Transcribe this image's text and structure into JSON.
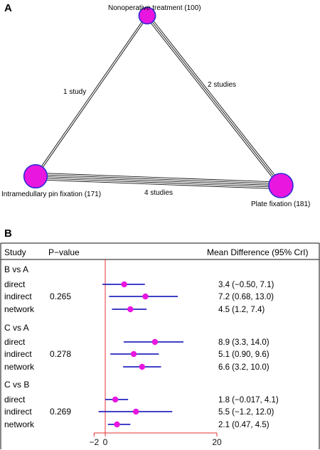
{
  "panels": {
    "a_label": "A",
    "b_label": "B"
  },
  "network": {
    "nodes": [
      {
        "id": "A",
        "label": "Nonoperative treatment (100)",
        "size": 100
      },
      {
        "id": "B",
        "label": "Intramedullary pin fixation (171)",
        "size": 171
      },
      {
        "id": "C",
        "label": "Plate fixation (181)",
        "size": 181
      }
    ],
    "edges": [
      {
        "from": "A",
        "to": "B",
        "label": "1 study",
        "studies": 1
      },
      {
        "from": "A",
        "to": "C",
        "label": "2 studies",
        "studies": 2
      },
      {
        "from": "B",
        "to": "C",
        "label": "4 studies",
        "studies": 4
      }
    ],
    "node_color": "#e916e0",
    "node_stroke": "#2b2bd6",
    "edge_color": "#111111"
  },
  "forest": {
    "headers": {
      "study": "Study",
      "pvalue": "P−value",
      "effect": "Mean Difference (95% CrI)"
    },
    "groups": [
      {
        "title": "B vs A",
        "pvalue": "0.265",
        "rows": [
          {
            "label": "direct",
            "text": "3.4 (−0.50, 7.1)"
          },
          {
            "label": "indirect",
            "text": "7.2 (0.68,  13.0)"
          },
          {
            "label": "network",
            "text": "4.5 (1.2, 7.4)"
          }
        ]
      },
      {
        "title": "C vs A",
        "pvalue": "0.278",
        "rows": [
          {
            "label": "direct",
            "text": "8.9 (3.3, 14.0)"
          },
          {
            "label": "indirect",
            "text": "5.1 (0.90, 9.6)"
          },
          {
            "label": "network",
            "text": "6.6 (3.2, 10.0)"
          }
        ]
      },
      {
        "title": "C vs B",
        "pvalue": "0.269",
        "rows": [
          {
            "label": "direct",
            "text": "1.8 (−0.017, 4.1)"
          },
          {
            "label": "indirect",
            "text": "5.5 (−1.2, 12.0)"
          },
          {
            "label": "network",
            "text": "2.1 (0.47, 4.5)"
          }
        ]
      }
    ],
    "axis_ticks": [
      "−2",
      "0",
      "20"
    ],
    "ci_color": "#2424c0",
    "point_color": "#e916e0",
    "axis_color": "#e03030"
  },
  "chart_data": {
    "type": "scatter",
    "xlim": [
      -2,
      20
    ],
    "ref_line": 0,
    "x_ticks": [
      -2,
      0,
      20
    ],
    "series": [
      {
        "group": "B vs A",
        "type": "direct",
        "mean": 3.4,
        "lo": -0.5,
        "hi": 7.1
      },
      {
        "group": "B vs A",
        "type": "indirect",
        "mean": 7.2,
        "lo": 0.68,
        "hi": 13.0
      },
      {
        "group": "B vs A",
        "type": "network",
        "mean": 4.5,
        "lo": 1.2,
        "hi": 7.4
      },
      {
        "group": "C vs A",
        "type": "direct",
        "mean": 8.9,
        "lo": 3.3,
        "hi": 14.0
      },
      {
        "group": "C vs A",
        "type": "indirect",
        "mean": 5.1,
        "lo": 0.9,
        "hi": 9.6
      },
      {
        "group": "C vs A",
        "type": "network",
        "mean": 6.6,
        "lo": 3.2,
        "hi": 10.0
      },
      {
        "group": "C vs B",
        "type": "direct",
        "mean": 1.8,
        "lo": -0.017,
        "hi": 4.1
      },
      {
        "group": "C vs B",
        "type": "indirect",
        "mean": 5.5,
        "lo": -1.2,
        "hi": 12.0
      },
      {
        "group": "C vs B",
        "type": "network",
        "mean": 2.1,
        "lo": 0.47,
        "hi": 4.5
      }
    ]
  }
}
